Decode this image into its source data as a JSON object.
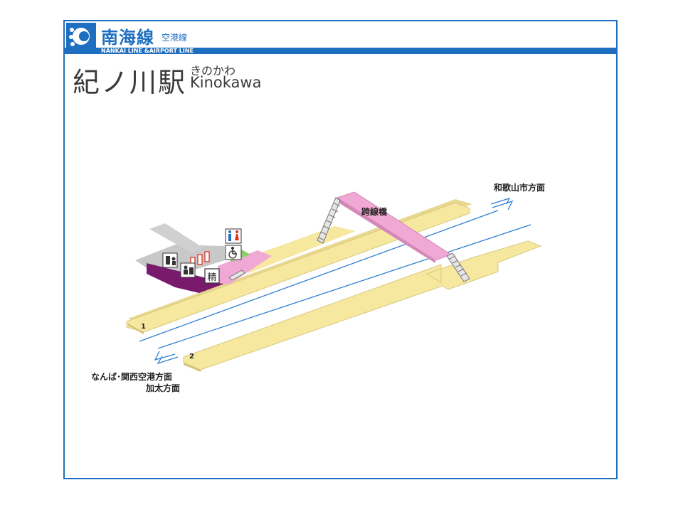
{
  "header": {
    "brand": "南海線",
    "brand_sub": "空港線",
    "brand_en": "NANKAI LINE &AIRPORT LINE"
  },
  "station": {
    "name_kanji": "紀ノ川駅",
    "name_kana": "きのかわ",
    "name_en": "Kinokawa"
  },
  "map": {
    "direction_up": "和歌山市方面",
    "direction_down_1": "なんば･関西空港方面",
    "direction_down_2": "加太方面",
    "footbridge": "跨線橋",
    "platform_1": "1",
    "platform_2": "2",
    "fare_adjust": "精",
    "icons": [
      "toilet-icon",
      "wheelchair-icon",
      "ticket-machine-icon",
      "ticket-gate-icon",
      "fare-adjustment-icon"
    ],
    "colors": {
      "frame": "#1f6fc0",
      "platform": "#f7e8a0",
      "footbridge": "#f0a8d4",
      "concourse": "#7a1a6c",
      "plaza": "#c8c8c8",
      "track": "#2f7fd0"
    }
  }
}
